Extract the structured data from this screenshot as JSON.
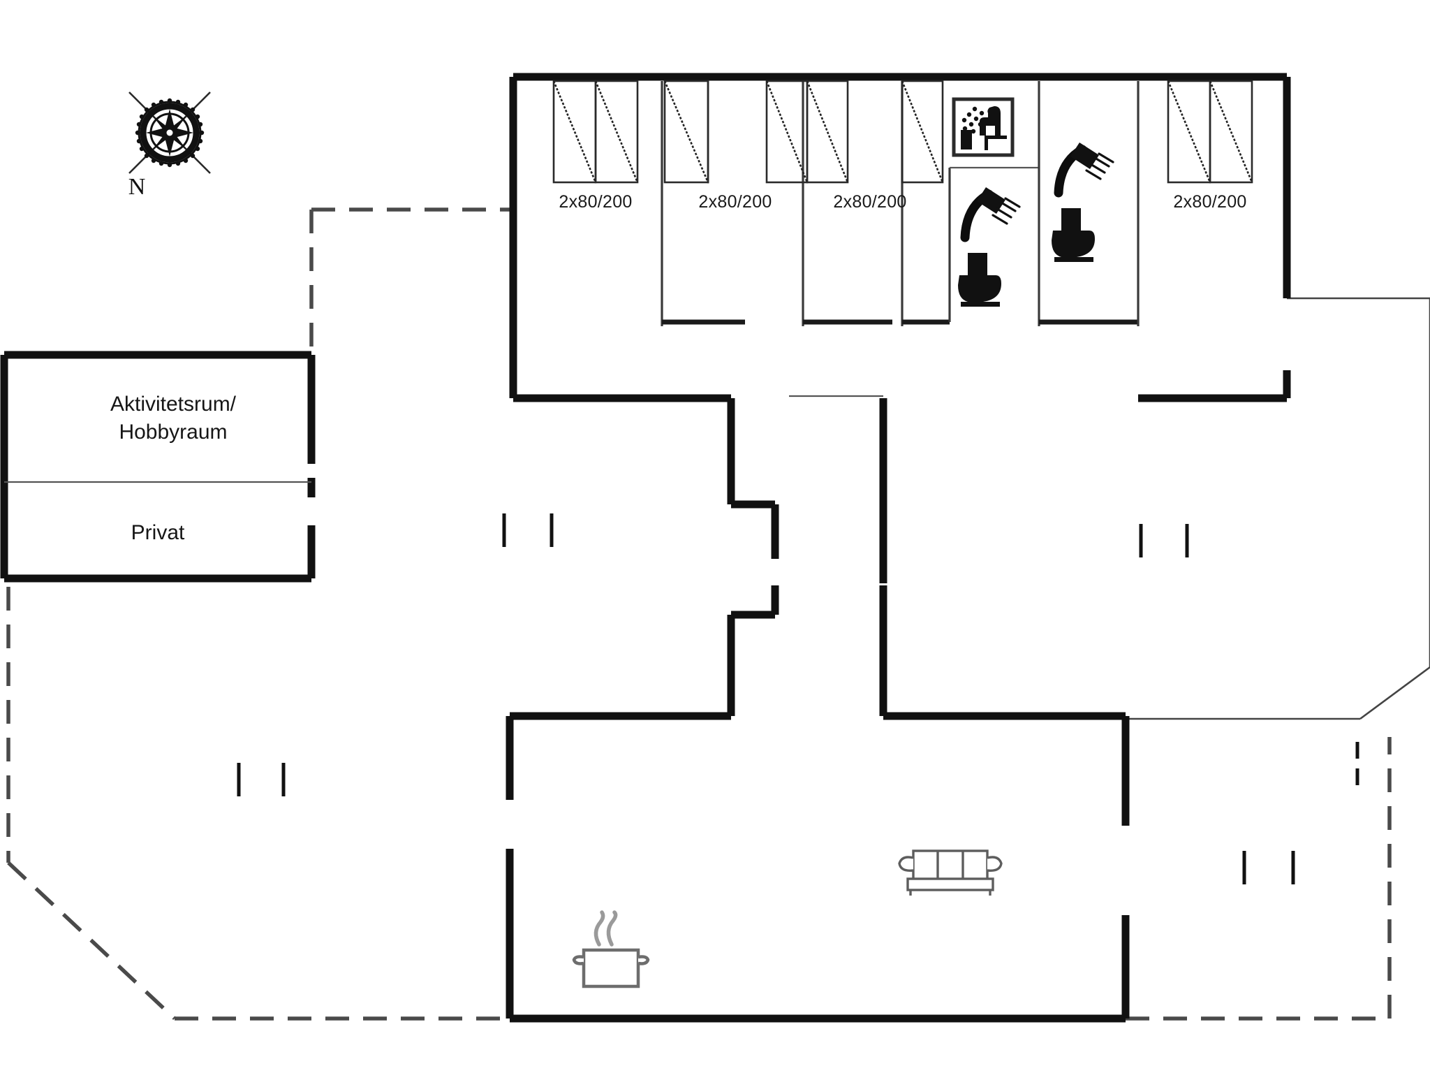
{
  "document": {
    "type": "floor-plan",
    "title": "Holiday house floor plan",
    "background_color": "#ffffff",
    "line_color": "#111111"
  },
  "compass": {
    "icon": "compass-rose-icon",
    "label": "N"
  },
  "room_labels": [
    {
      "id": "activity-room",
      "lines": [
        "Aktivitetsrum/",
        "Hobbyraum"
      ]
    },
    {
      "id": "private-room",
      "lines": [
        "Privat"
      ]
    }
  ],
  "dimension_labels": [
    {
      "id": "window-1",
      "text": "2x80/200"
    },
    {
      "id": "window-2",
      "text": "2x80/200"
    },
    {
      "id": "window-3",
      "text": "2x80/200"
    },
    {
      "id": "window-4",
      "text": "2x80/200"
    }
  ],
  "fixtures": [
    {
      "id": "sauna",
      "icon": "sauna-icon",
      "label": "Sauna"
    },
    {
      "id": "shower-1",
      "icon": "shower-icon",
      "label": "Shower"
    },
    {
      "id": "toilet-1",
      "icon": "toilet-icon",
      "label": "Toilet"
    },
    {
      "id": "shower-2",
      "icon": "shower-icon",
      "label": "Shower"
    },
    {
      "id": "toilet-2",
      "icon": "toilet-icon",
      "label": "Toilet"
    },
    {
      "id": "kitchen-stove",
      "icon": "cooking-pot-icon",
      "label": "Kitchen"
    },
    {
      "id": "sofa",
      "icon": "sofa-icon",
      "label": "Sofa"
    }
  ],
  "radiators": [
    {
      "id": "radiator-1"
    },
    {
      "id": "radiator-2"
    },
    {
      "id": "radiator-3"
    },
    {
      "id": "radiator-4"
    },
    {
      "id": "radiator-5"
    },
    {
      "id": "radiator-6"
    },
    {
      "id": "radiator-7"
    },
    {
      "id": "radiator-8"
    },
    {
      "id": "radiator-9"
    },
    {
      "id": "radiator-10"
    }
  ],
  "legend": {
    "dashed_line_meaning": "terrace / property outline"
  }
}
